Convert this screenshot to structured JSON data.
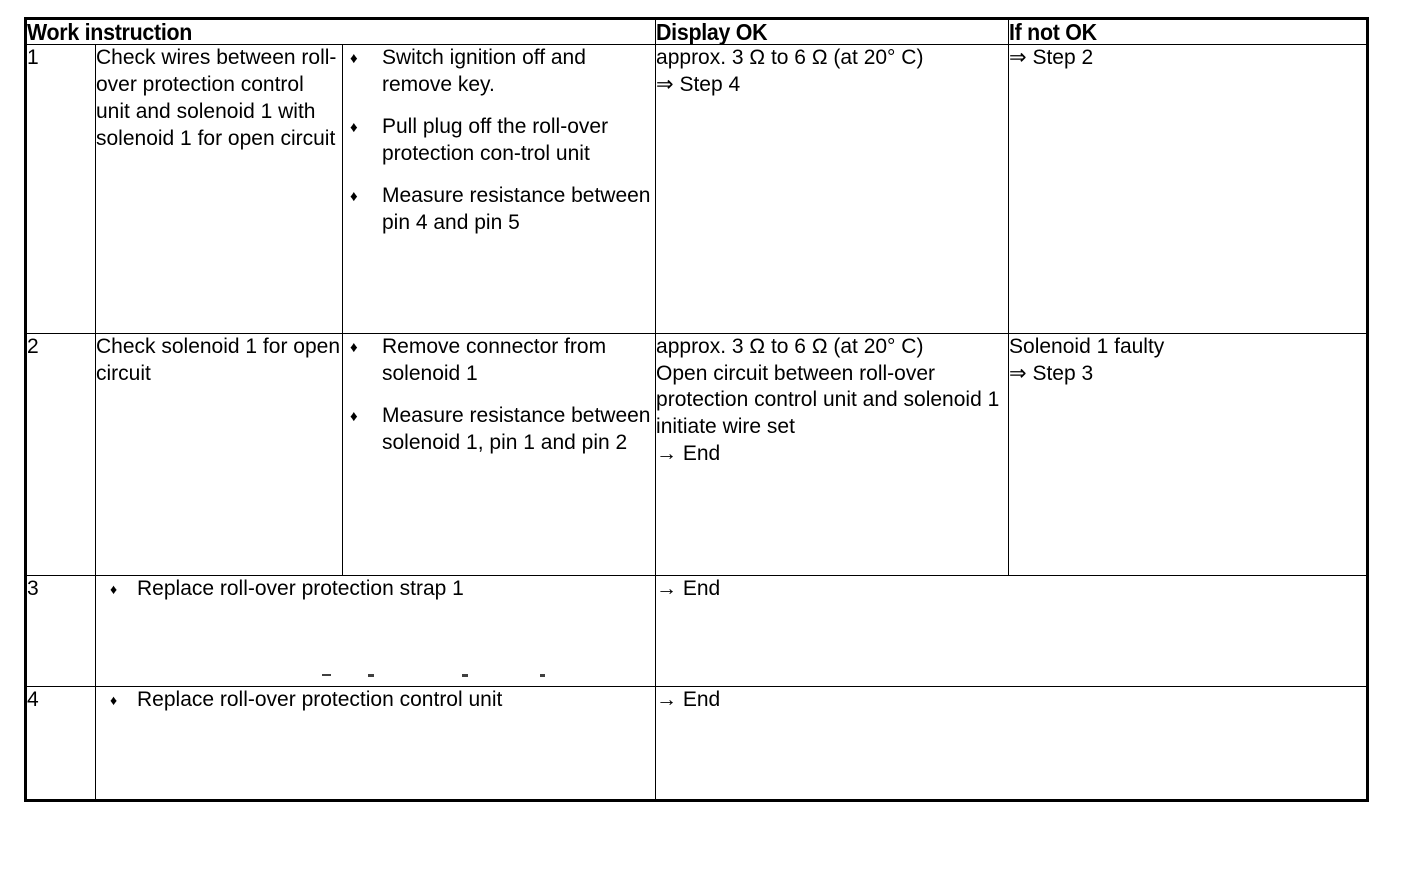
{
  "table": {
    "headers": [
      {
        "label": "Work instruction"
      },
      {
        "label": "Display OK"
      },
      {
        "label": "If not OK"
      }
    ],
    "rows": [
      {
        "step": "1",
        "instruction": "Check wires between roll-over protection control unit and solenoid 1 with solenoid 1 for open circuit",
        "actions": [
          "Switch ignition off and remove key.",
          "Pull plug off the roll-over protection con-trol unit",
          "Measure resistance between pin 4 and pin 5"
        ],
        "display_ok": [
          "approx. 3 Ω to 6 Ω (at 20° C)",
          "⇒ Step 4"
        ],
        "if_not_ok": [
          "⇒ Step 2"
        ]
      },
      {
        "step": "2",
        "instruction": "Check solenoid 1 for open circuit",
        "actions": [
          "Remove connector from solenoid 1",
          "Measure resistance between solenoid 1, pin 1 and pin 2"
        ],
        "display_ok": [
          "approx. 3 Ω to 6 Ω (at 20° C)",
          "Open circuit between roll-over protection control unit and solenoid 1",
          "initiate wire set",
          "→ End"
        ],
        "if_not_ok": [
          "Solenoid 1 faulty",
          "⇒ Step 3"
        ]
      },
      {
        "step": "3",
        "instruction": "",
        "actions": [
          "Replace roll-over protection strap 1"
        ],
        "display_ok": [
          "→ End"
        ],
        "if_not_ok": []
      },
      {
        "step": "4",
        "instruction": "",
        "actions": [
          "Replace roll-over protection control unit"
        ],
        "display_ok": [
          "→ End"
        ],
        "if_not_ok": []
      }
    ],
    "bullet_glyph": "♦"
  }
}
